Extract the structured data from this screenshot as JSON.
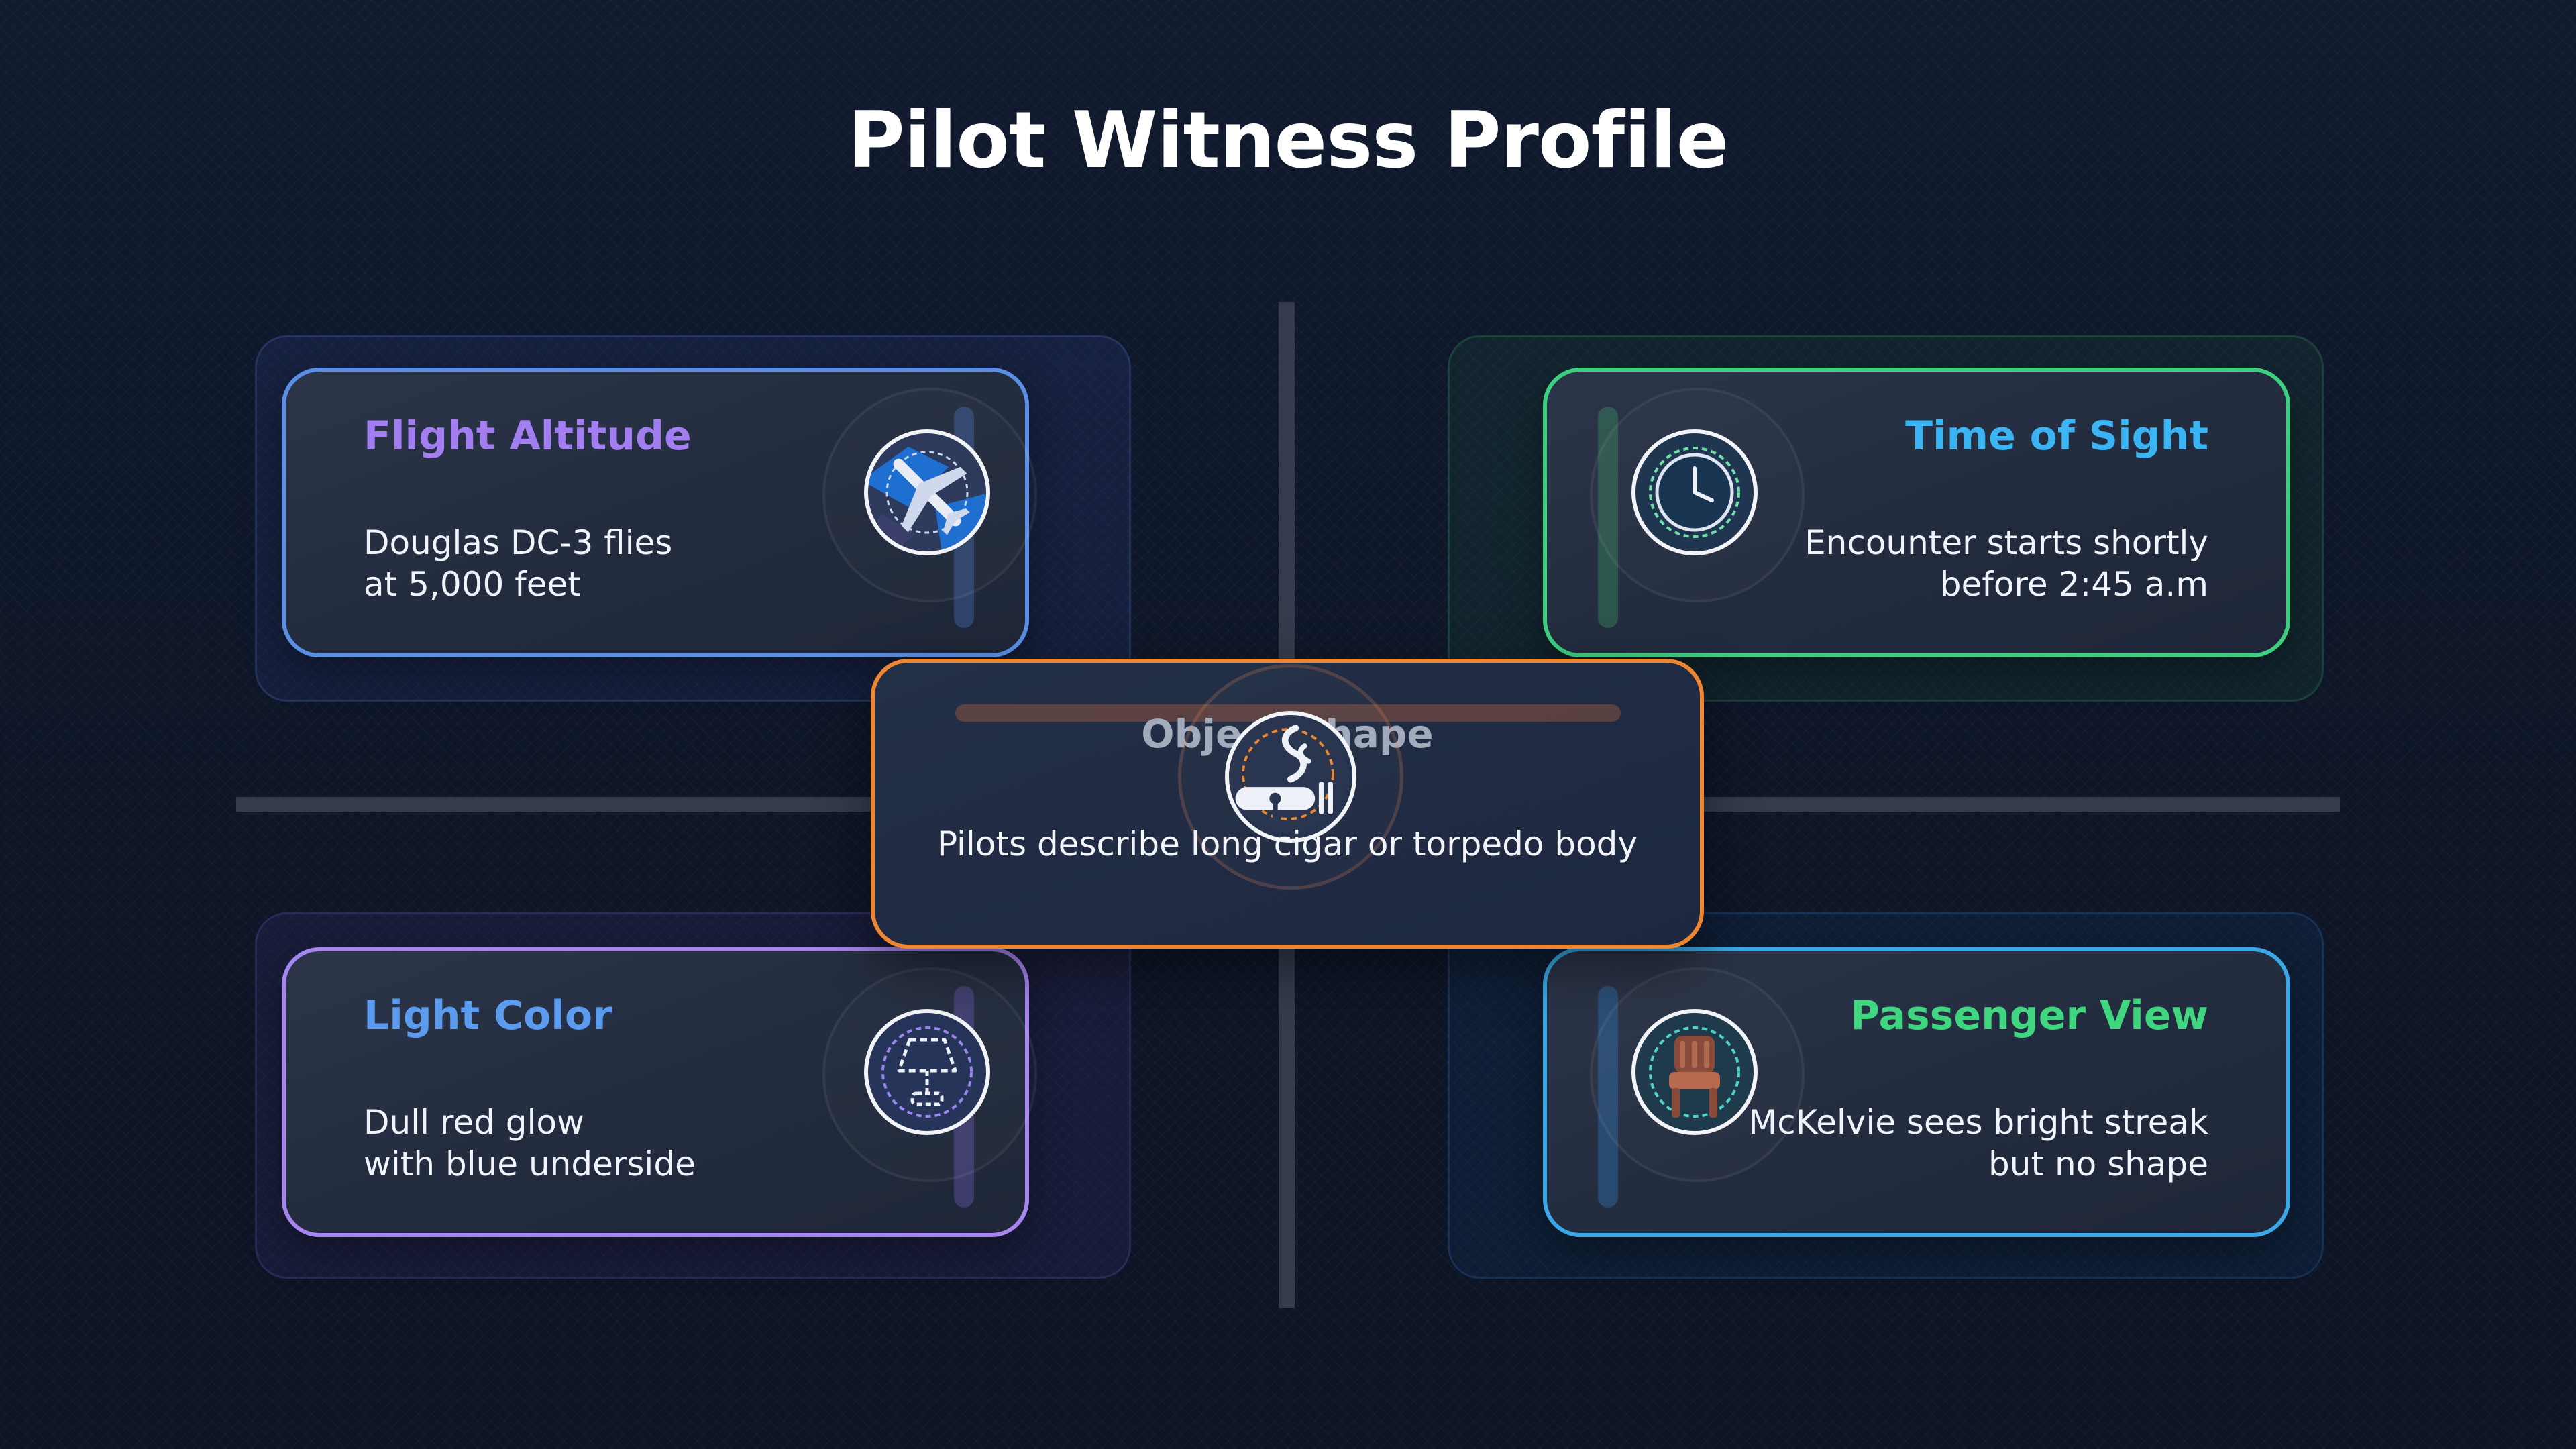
{
  "title": "Pilot Witness Profile",
  "colors": {
    "background": "#0f1729",
    "flight_altitude": "#5b8fe6",
    "time_of_sight": "#3dce7f",
    "object_shape": "#ee8530",
    "light_color": "#a785ef",
    "passenger_view": "#3aa8e6"
  },
  "cards": {
    "flight_altitude": {
      "title": "Flight Altitude",
      "lines": [
        "Douglas DC-3 flies",
        "at 5,000 feet"
      ],
      "icon": "airplane-icon"
    },
    "time_of_sight": {
      "title": "Time of Sight",
      "lines": [
        "Encounter starts shortly",
        "before 2:45 a.m"
      ],
      "icon": "clock-icon"
    },
    "object_shape": {
      "title": "Object Shape",
      "lines": [
        "Pilots describe long cigar or torpedo body"
      ],
      "icon": "cigar-smoke-icon"
    },
    "light_color": {
      "title": "Light Color",
      "lines": [
        "Dull red glow",
        "with blue underside"
      ],
      "icon": "lamp-icon"
    },
    "passenger_view": {
      "title": "Passenger View",
      "lines": [
        "McKelvie sees bright streak",
        "but no shape"
      ],
      "icon": "seat-icon"
    }
  }
}
